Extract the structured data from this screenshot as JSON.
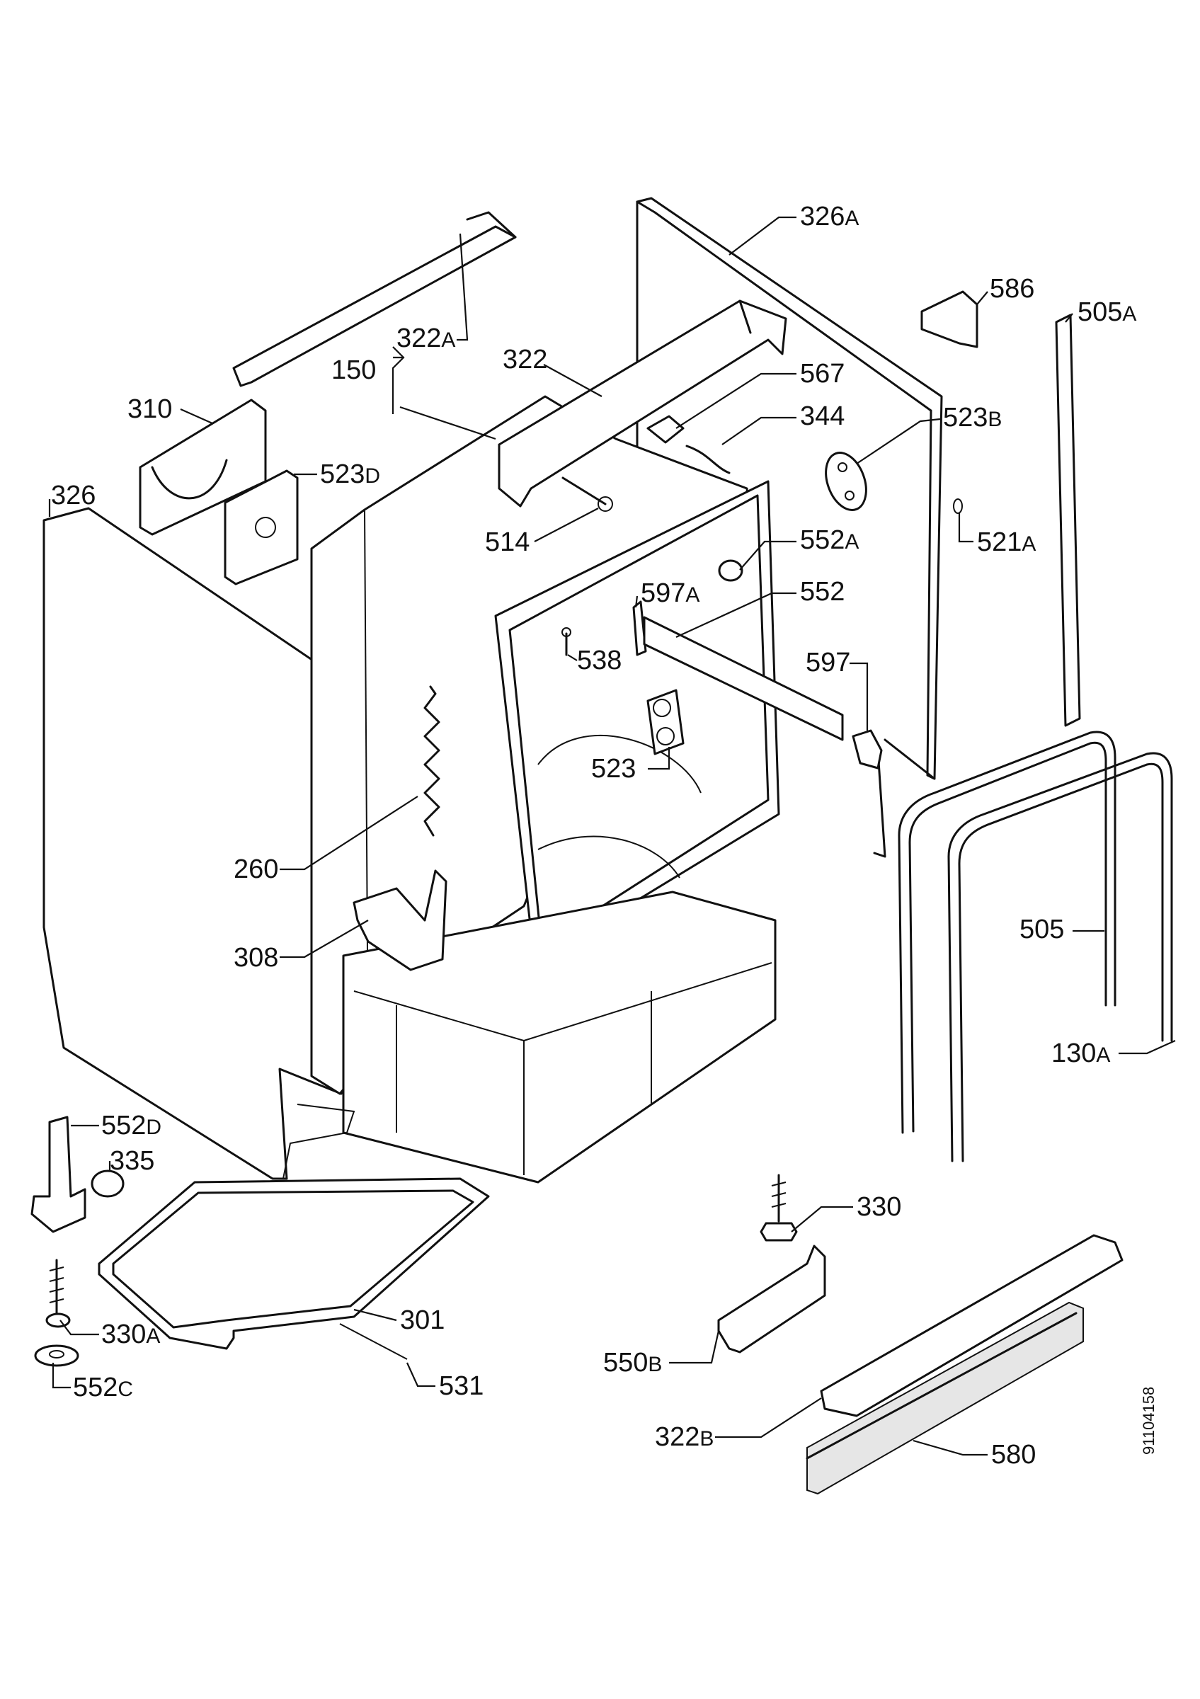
{
  "diagram": {
    "document_id": "91104158",
    "labels": [
      {
        "id": "326A",
        "num": "326",
        "suf": "A"
      },
      {
        "id": "586",
        "num": "586",
        "suf": ""
      },
      {
        "id": "505A",
        "num": "505",
        "suf": "A"
      },
      {
        "id": "322A",
        "num": "322",
        "suf": "A"
      },
      {
        "id": "150",
        "num": "150",
        "suf": ""
      },
      {
        "id": "322",
        "num": "322",
        "suf": ""
      },
      {
        "id": "567",
        "num": "567",
        "suf": ""
      },
      {
        "id": "310",
        "num": "310",
        "suf": ""
      },
      {
        "id": "344",
        "num": "344",
        "suf": ""
      },
      {
        "id": "523B",
        "num": "523",
        "suf": "B"
      },
      {
        "id": "523D",
        "num": "523",
        "suf": "D"
      },
      {
        "id": "326",
        "num": "326",
        "suf": ""
      },
      {
        "id": "514",
        "num": "514",
        "suf": ""
      },
      {
        "id": "521A",
        "num": "521",
        "suf": "A"
      },
      {
        "id": "552A",
        "num": "552",
        "suf": "A"
      },
      {
        "id": "597A",
        "num": "597",
        "suf": "A"
      },
      {
        "id": "552",
        "num": "552",
        "suf": ""
      },
      {
        "id": "538",
        "num": "538",
        "suf": ""
      },
      {
        "id": "597",
        "num": "597",
        "suf": ""
      },
      {
        "id": "523",
        "num": "523",
        "suf": ""
      },
      {
        "id": "260",
        "num": "260",
        "suf": ""
      },
      {
        "id": "505",
        "num": "505",
        "suf": ""
      },
      {
        "id": "308",
        "num": "308",
        "suf": ""
      },
      {
        "id": "130A",
        "num": "130",
        "suf": "A"
      },
      {
        "id": "552D",
        "num": "552",
        "suf": "D"
      },
      {
        "id": "335",
        "num": "335",
        "suf": ""
      },
      {
        "id": "330",
        "num": "330",
        "suf": ""
      },
      {
        "id": "301",
        "num": "301",
        "suf": ""
      },
      {
        "id": "330A",
        "num": "330",
        "suf": "A"
      },
      {
        "id": "531",
        "num": "531",
        "suf": ""
      },
      {
        "id": "550B",
        "num": "550",
        "suf": "B"
      },
      {
        "id": "552C",
        "num": "552",
        "suf": "C"
      },
      {
        "id": "322B",
        "num": "322",
        "suf": "B"
      },
      {
        "id": "580",
        "num": "580",
        "suf": ""
      }
    ]
  }
}
